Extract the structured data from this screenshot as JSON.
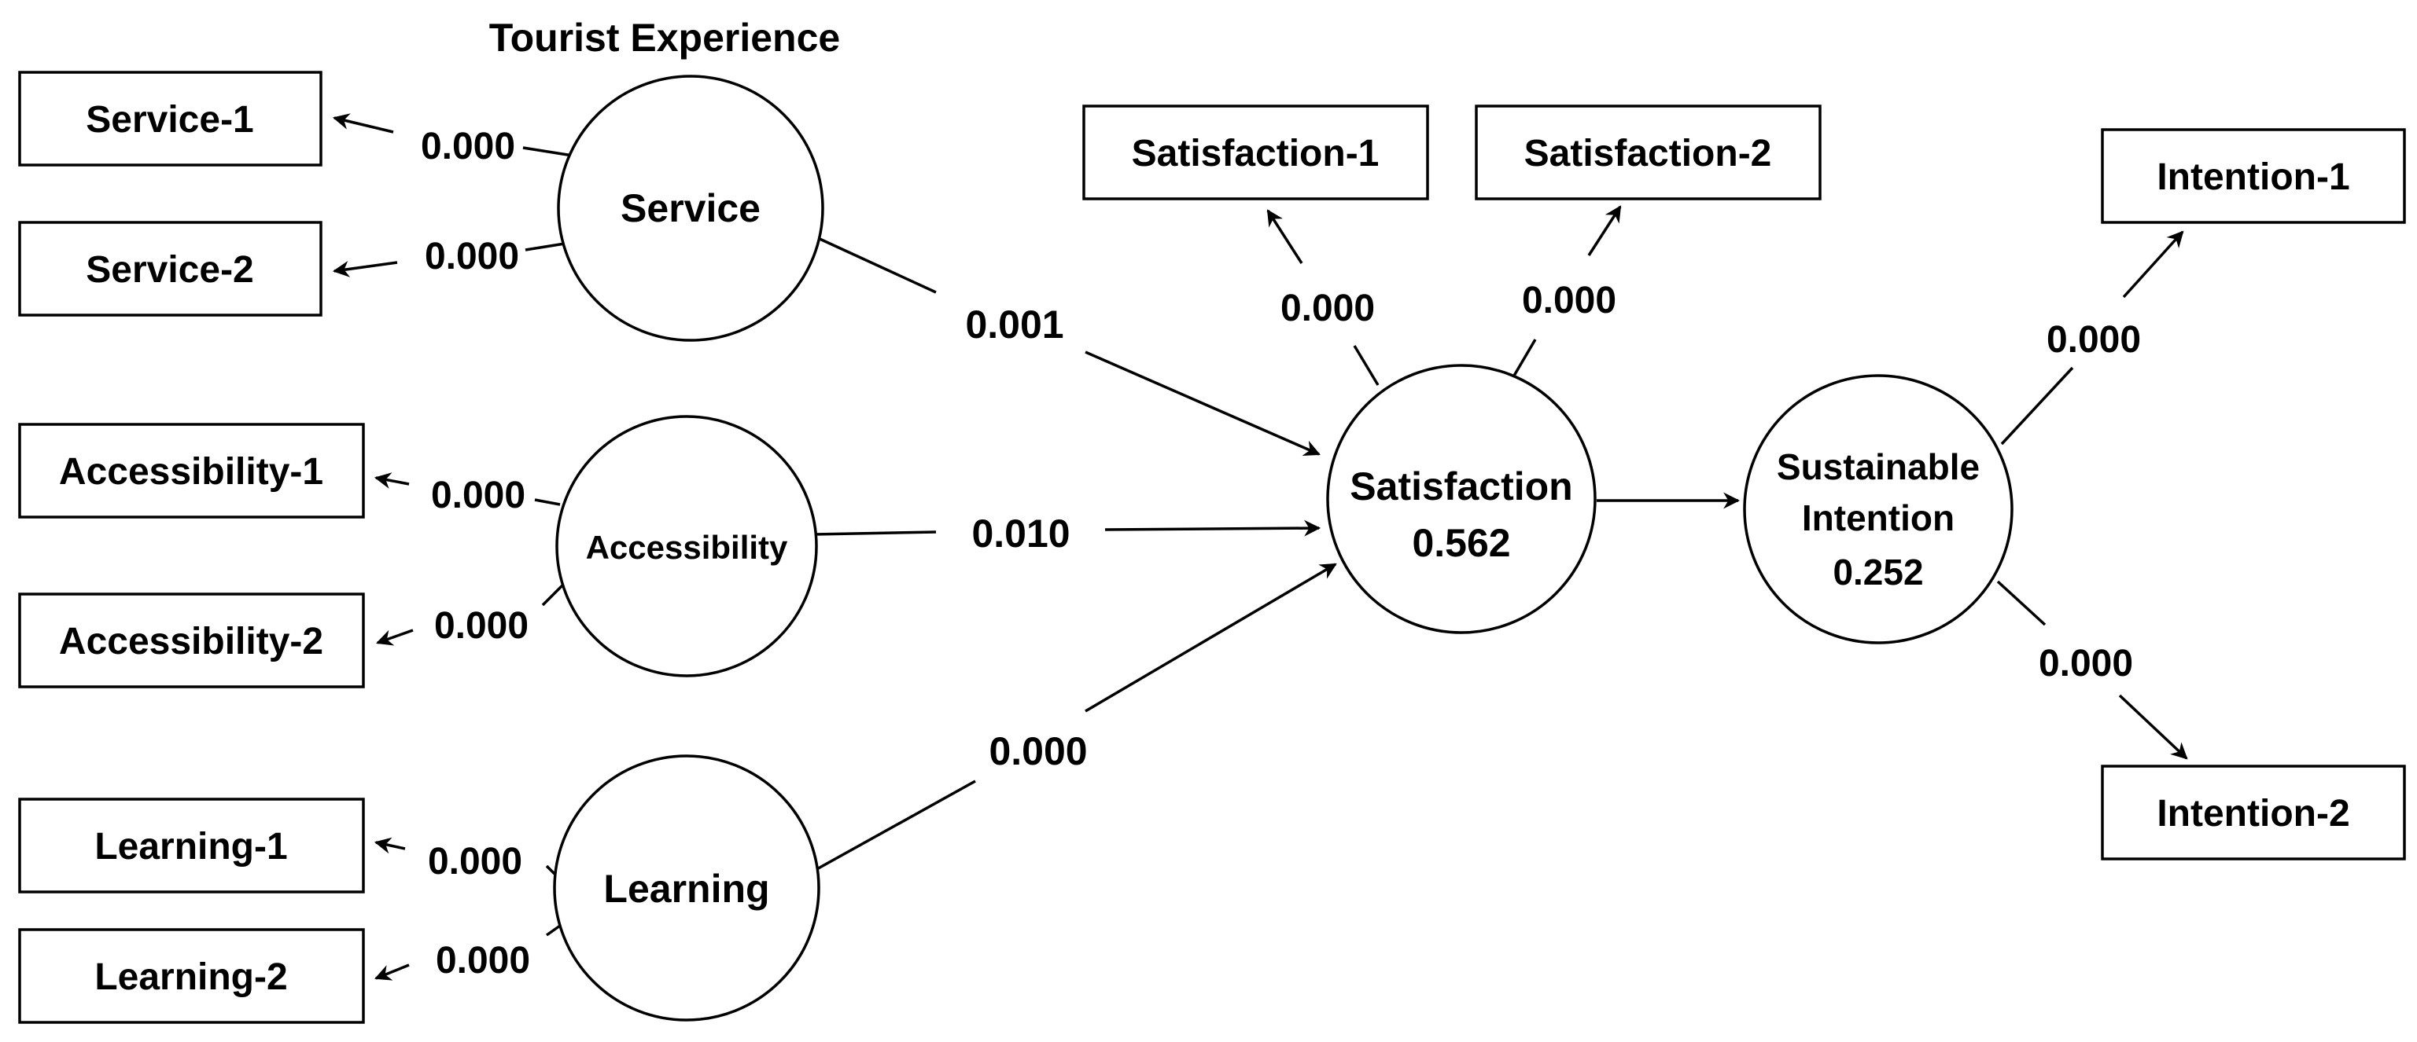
{
  "diagram": {
    "group_title": "Tourist Experience",
    "constructs": {
      "service": {
        "label": "Service"
      },
      "accessibility": {
        "label": "Accessibility"
      },
      "learning": {
        "label": "Learning"
      },
      "satisfaction": {
        "label": "Satisfaction",
        "r2": "0.562"
      },
      "intention": {
        "label_line1": "Sustainable",
        "label_line2": "Intention",
        "r2": "0.252"
      }
    },
    "indicators": {
      "service_1": "Service-1",
      "service_2": "Service-2",
      "accessibility_1": "Accessibility-1",
      "accessibility_2": "Accessibility-2",
      "learning_1": "Learning-1",
      "learning_2": "Learning-2",
      "satisfaction_1": "Satisfaction-1",
      "satisfaction_2": "Satisfaction-2",
      "intention_1": "Intention-1",
      "intention_2": "Intention-2"
    },
    "loadings": {
      "service_1": "0.000",
      "service_2": "0.000",
      "accessibility_1": "0.000",
      "accessibility_2": "0.000",
      "learning_1": "0.000",
      "learning_2": "0.000",
      "satisfaction_1": "0.000",
      "satisfaction_2": "0.000",
      "intention_1": "0.000",
      "intention_2": "0.000"
    },
    "paths": {
      "service_to_satisfaction": "0.001",
      "accessibility_to_satisfaction": "0.010",
      "learning_to_satisfaction": "0.000"
    }
  }
}
